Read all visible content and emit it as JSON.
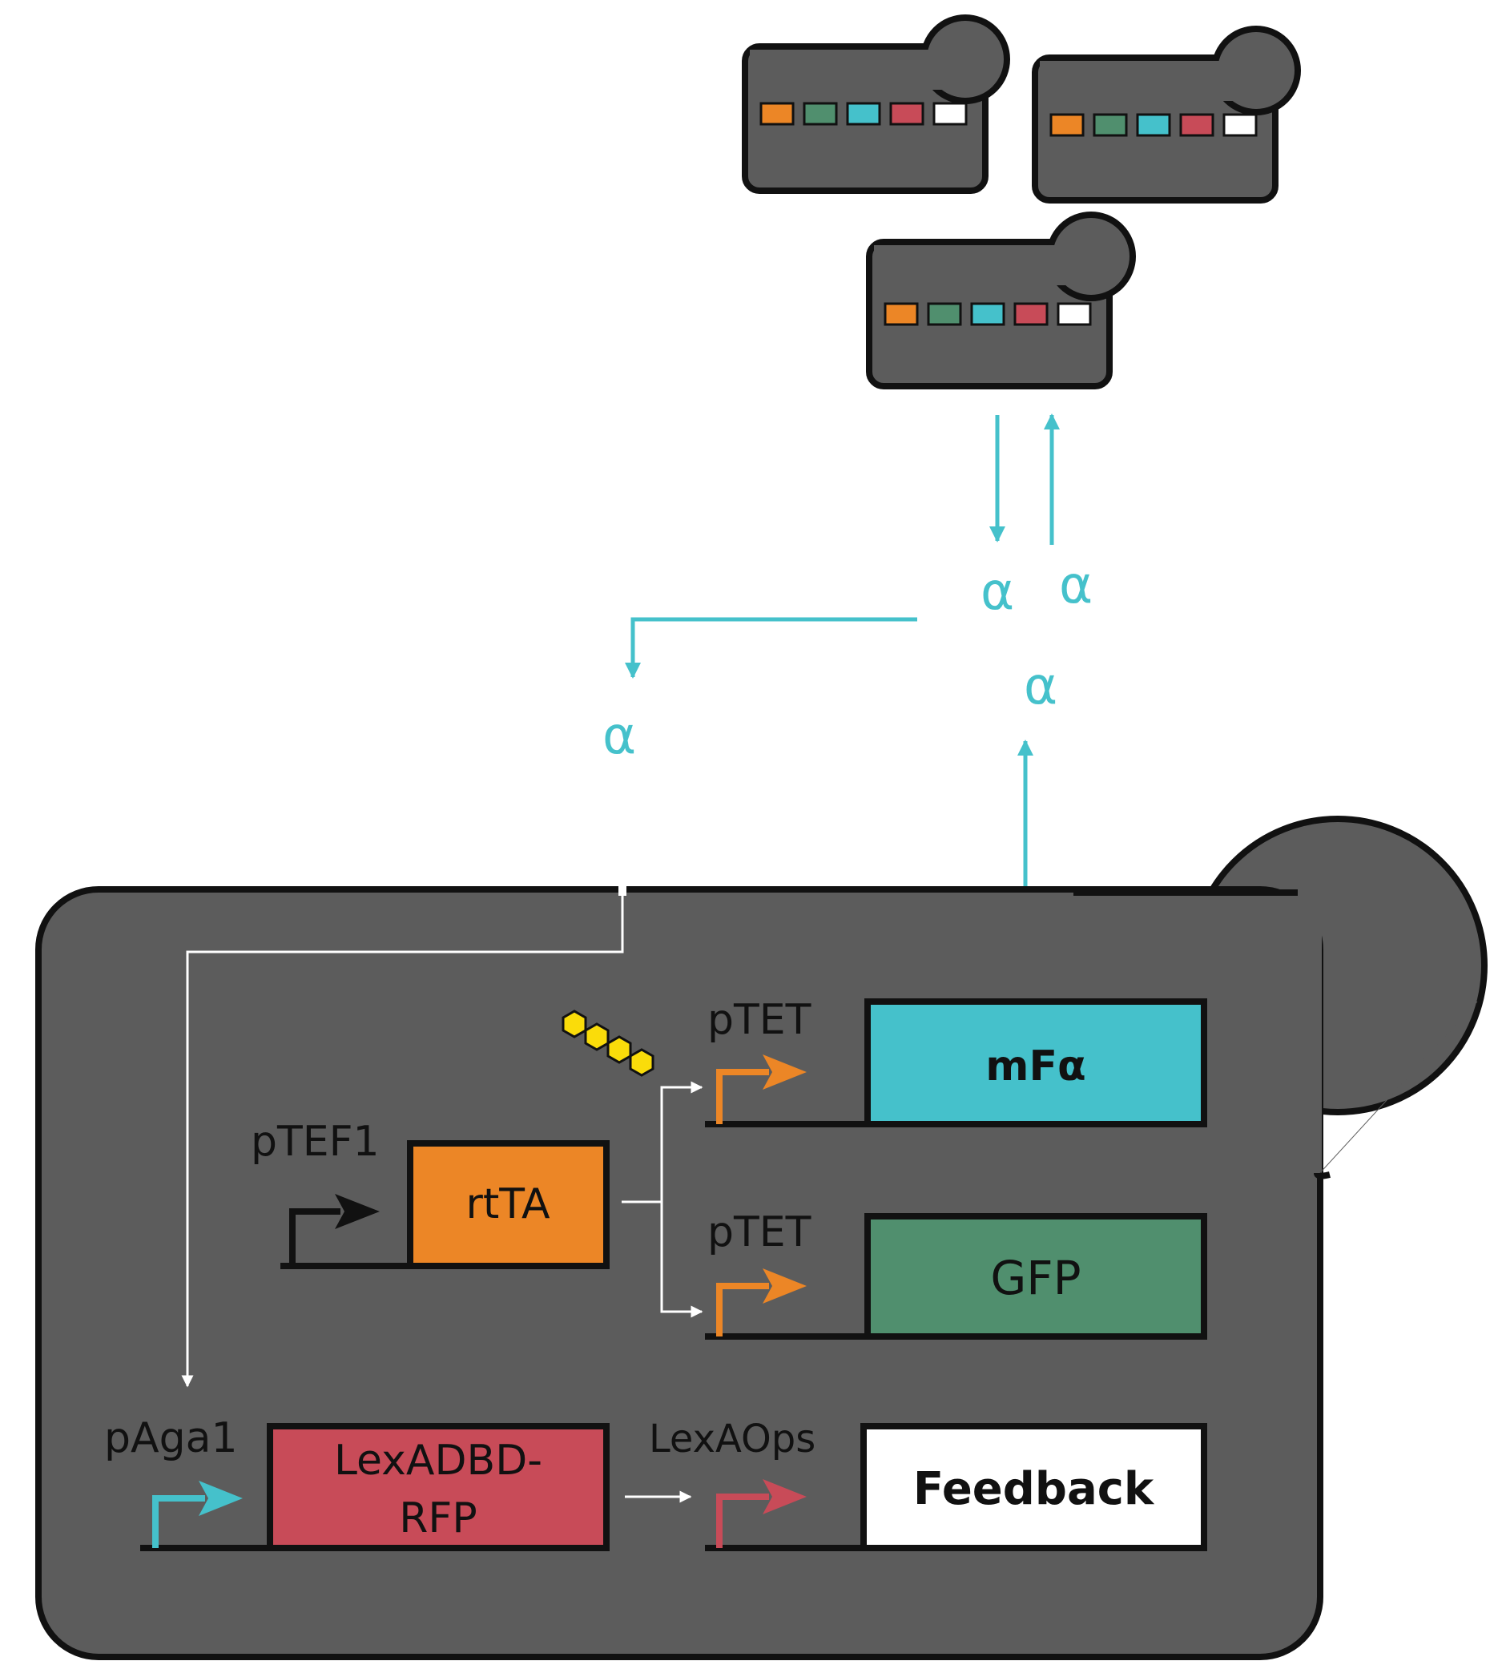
{
  "colors": {
    "cell": "#5c5c5c",
    "outline": "#111111",
    "teal": "#45c1cb",
    "orange": "#ec8626",
    "green": "#508f6e",
    "red": "#c84b58",
    "white": "#ffffff",
    "yellow": "#fadc0a",
    "black": "#111111"
  },
  "signals": {
    "alpha_in": "α",
    "alpha_out": "α",
    "alpha_emitted": "α",
    "alpha_received": "α"
  },
  "promoters": {
    "ptet_top": "pTET",
    "ptet_bottom": "pTET",
    "ptef1": "pTEF1",
    "paga1": "pAga1",
    "lexaops": "LexAOps"
  },
  "genes": {
    "mfa": "mFα",
    "gfp": "GFP",
    "rtta": "rtTA",
    "lexadbd_line1": "LexADBD-",
    "lexadbd_line2": "RFP",
    "feedback": "Feedback"
  }
}
